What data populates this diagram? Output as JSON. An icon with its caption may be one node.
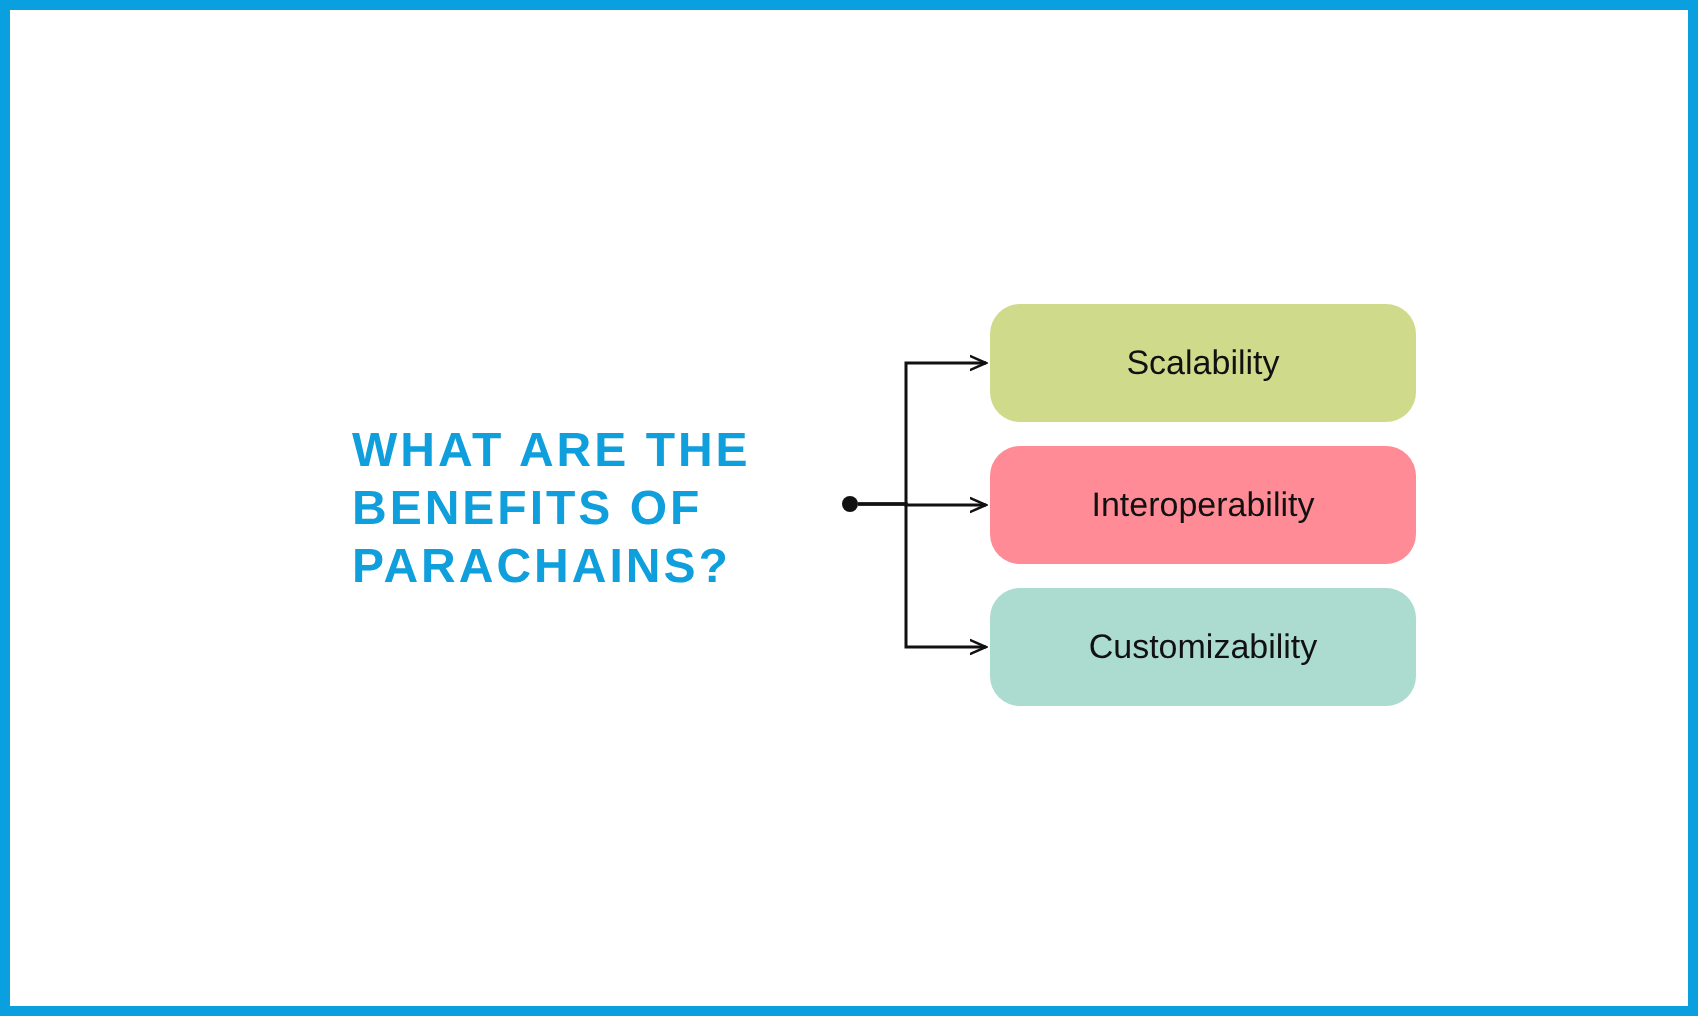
{
  "diagram": {
    "title": "WHAT ARE THE BENEFITS OF PARACHAINS?",
    "nodes": [
      {
        "text": [],
        "shape": "circle"
      },
      {
        "text": [
          "Scalability"
        ]
      },
      {
        "text": [
          "Interoperability"
        ]
      },
      {
        "text": [
          "Customizability"
        ]
      }
    ],
    "edges": [
      {
        "from": 0,
        "to": 1,
        "arrow": "to"
      },
      {
        "from": 0,
        "to": 2,
        "arrow": "to"
      },
      {
        "from": 0,
        "to": 3,
        "arrow": "to"
      }
    ]
  }
}
